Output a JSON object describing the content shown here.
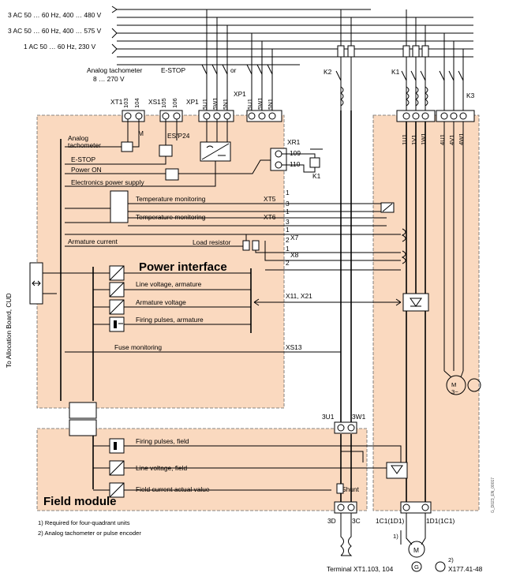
{
  "supplies": {
    "s1": "3 AC 50 … 60 Hz, 400 … 480 V",
    "s2": "3 AC 50 … 60 Hz, 400 … 575 V",
    "s3": "1 AC 50 … 60 Hz, 230 V"
  },
  "top_labels": {
    "analog_tacho": "Analog tachometer",
    "tacho_range": "8 … 270 V",
    "estop": "E-STOP",
    "or": "or",
    "k2": "K2",
    "k1": "K1",
    "k3": "K3",
    "k1_relay": "K1"
  },
  "terminals": {
    "xt1": "XT1",
    "t103": "103",
    "t104": "104",
    "xs1": "XS1",
    "t105": "105",
    "t106": "106",
    "xp1a": "XP1",
    "xp1b": "XP1",
    "u5": "5U1",
    "w5": "5W1",
    "n5": "5N1",
    "u5b": "5U1",
    "w5b": "5W1",
    "n5b": "5N1",
    "xr1": "XR1",
    "t109": "109",
    "t110": "110",
    "u1": "1U1",
    "v1": "1V1",
    "w1": "1W1",
    "u4": "4U1",
    "v4": "4V1",
    "w4": "4W1",
    "u3": "3U1",
    "w3": "3W1",
    "d3": "3D",
    "c3": "3C",
    "c1": "1C1(1D1)",
    "d1": "1D1(1C1)"
  },
  "power_interface": {
    "title": "Power interface",
    "m_label": "M",
    "analog_tacho": "Analog\ntachometer",
    "estop_line": "E-STOP",
    "power_on": "Power ON",
    "es_p24": "ES/P24",
    "electronics_supply": "Electronics power supply",
    "temp1": "Temperature monitoring",
    "xt5": "XT5",
    "temp2": "Temperature monitoring",
    "xt6": "XT6",
    "armature_current": "Armature current",
    "load_resistor": "Load resistor",
    "x7": "X7",
    "x8": "X8",
    "line_voltage_armature": "Line voltage, armature",
    "armature_voltage": "Armature voltage",
    "firing_pulses_armature": "Firing pulses, armature",
    "x11_x21": "X11, X21",
    "fuse_monitoring": "Fuse monitoring",
    "xs13": "XS13",
    "pin_labels": [
      "1",
      "3",
      "1",
      "3",
      "1",
      "2",
      "1",
      "2"
    ]
  },
  "field_module": {
    "title": "Field module",
    "firing_pulses_field": "Firing pulses, field",
    "line_voltage_field": "Line voltage, field",
    "field_current": "Field current actual value",
    "shunt": "Shunt"
  },
  "side_label": "To Allocation Board, CUD",
  "motor": {
    "m3": "M\n3~",
    "m_dc": "M",
    "g": "G"
  },
  "footnote_marks": {
    "f1": "1)",
    "f2": "2)"
  },
  "footnotes": {
    "n1": "1)  Required for four-quadrant units",
    "n2": "2)  Analog tachometer or pulse encoder"
  },
  "bottom": {
    "terminal": "Terminal XT1.103, 104",
    "x177": "X177.41-48"
  },
  "doc_id": "G_D023_EN_00017"
}
